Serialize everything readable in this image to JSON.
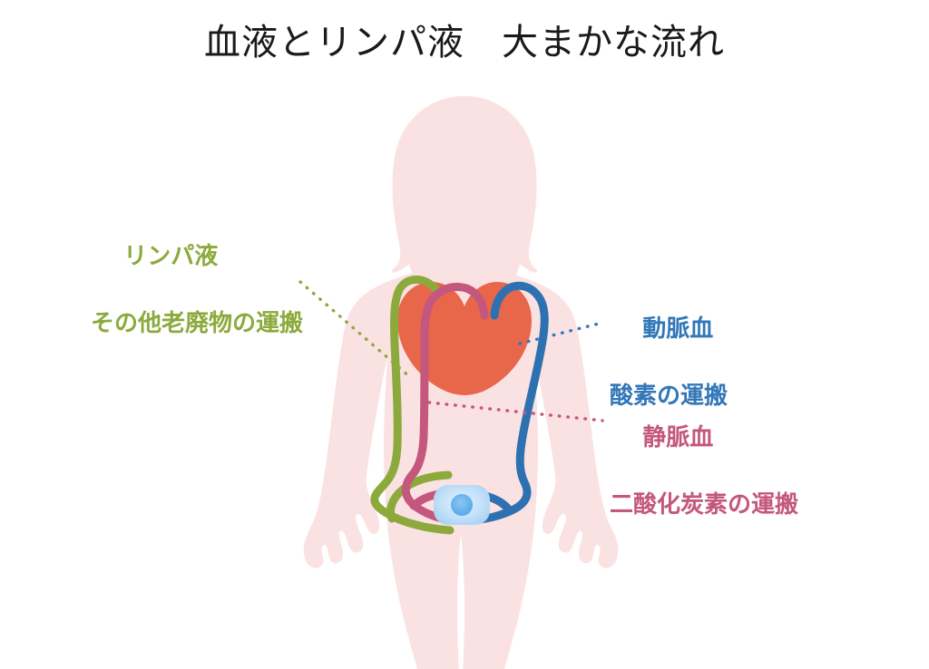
{
  "page": {
    "title": "血液とリンパ液　大まかな流れ",
    "background": "#ffffff"
  },
  "colors": {
    "lymph": "#8CAA3C",
    "artery": "#3277B8",
    "artery_vessel": "#2E71B0",
    "vein": "#C4577E",
    "heart": "#E8664A",
    "body": "#FBE2E2",
    "cell_fill": "#BEDEF7",
    "cell_nucleus": "#62AEEB",
    "title_text": "#1a1a1a"
  },
  "labels": {
    "lymph": {
      "line1": "リンパ液",
      "line2": "その他老廃物の運搬"
    },
    "artery": {
      "line1": "動脈血",
      "line2": "酸素の運搬"
    },
    "vein": {
      "line1": "静脈血",
      "line2": "二酸化炭素の運搬"
    }
  },
  "figure": {
    "silhouette_name": "female-torso-silhouette",
    "organs": [
      {
        "name": "heart",
        "color": "#E8664A"
      },
      {
        "name": "cell",
        "fill": "#BEDEF7",
        "nucleus": "#62AEEB"
      }
    ],
    "vessels": [
      {
        "name": "lymph-vessel",
        "color": "#8CAA3C",
        "label": "リンパ液"
      },
      {
        "name": "vein-vessel",
        "color": "#C4577E",
        "label": "静脈血"
      },
      {
        "name": "artery-vessel",
        "color": "#2E71B0",
        "label": "動脈血"
      }
    ],
    "leader_lines": [
      {
        "name": "lymph-leader-line",
        "color": "#8CAA3C"
      },
      {
        "name": "artery-leader-line",
        "color": "#3277B8"
      },
      {
        "name": "vein-leader-line",
        "color": "#C4577E"
      }
    ]
  }
}
